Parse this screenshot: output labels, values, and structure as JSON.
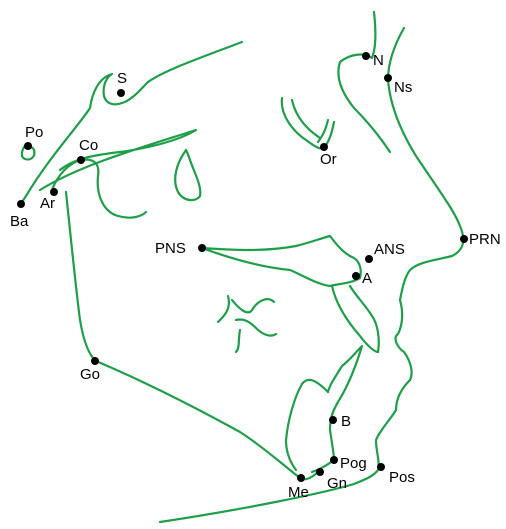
{
  "colors": {
    "tracing": "#1f9e4a",
    "landmark": "#000000",
    "background": "#ffffff"
  },
  "landmarks": {
    "s": "S",
    "po": "Po",
    "co": "Co",
    "ba": "Ba",
    "ar": "Ar",
    "n": "N",
    "ns": "Ns",
    "or": "Or",
    "prn": "PRN",
    "pns": "PNS",
    "ans": "ANS",
    "a": "A",
    "go": "Go",
    "b": "B",
    "pog": "Pog",
    "gn": "Gn",
    "me": "Me",
    "pos": "Pos"
  }
}
